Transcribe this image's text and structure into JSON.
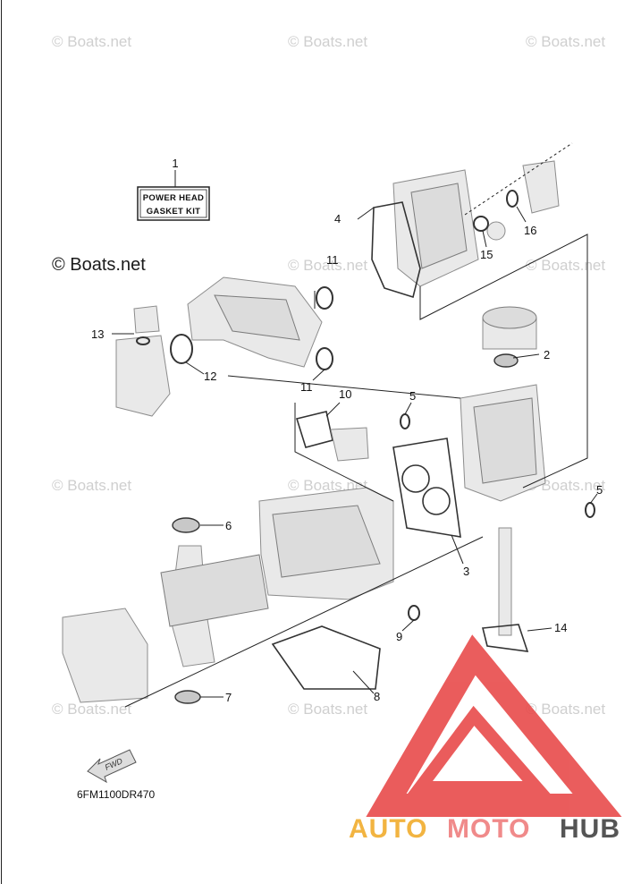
{
  "watermarks": [
    "© Boats.net"
  ],
  "main_watermark": "© Boats.net",
  "kit_label": {
    "line1": "POWER HEAD",
    "line2": "GASKET KIT"
  },
  "callouts": [
    "1",
    "2",
    "3",
    "4",
    "5",
    "5",
    "6",
    "7",
    "8",
    "9",
    "10",
    "11",
    "11",
    "12",
    "13",
    "14",
    "15",
    "16"
  ],
  "diagram_code": "6FM1100DR470",
  "fwd_label": "FWD",
  "brand": {
    "part1": "AUTO",
    "part2": "MOTO",
    "part3": "HUB"
  },
  "colors": {
    "brand_yellow": "#f2b441",
    "brand_pink": "#f08a8a",
    "brand_gray": "#555555",
    "logo_red": "#e84b4b"
  }
}
